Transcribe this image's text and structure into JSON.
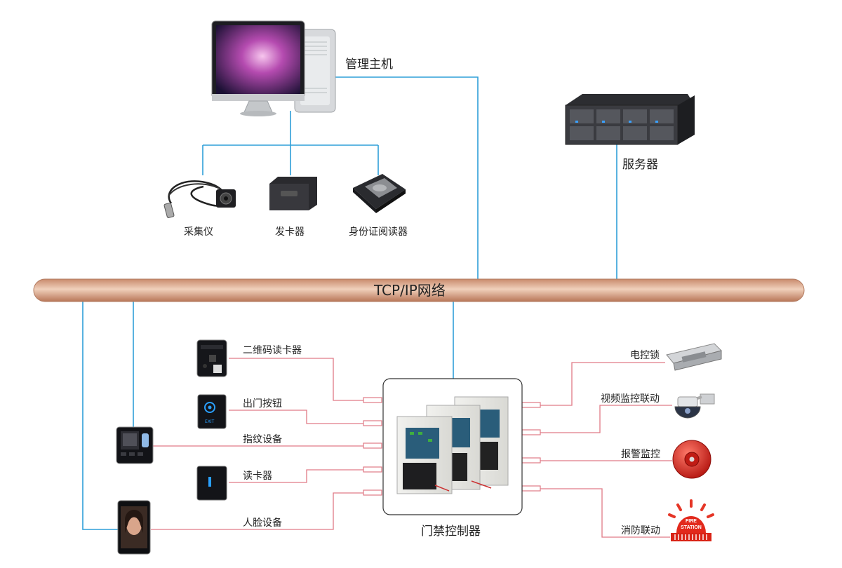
{
  "colors": {
    "network_line": "#2f9fd8",
    "io_line": "#e07a86",
    "bus": "#d8a488"
  },
  "bus": {
    "label": "TCP/IP网络"
  },
  "host": {
    "label": "管理主机",
    "icon": "desktop-computer-icon"
  },
  "server": {
    "label": "服务器",
    "icon": "rack-server-icon"
  },
  "host_peripherals": [
    {
      "label": "采集仪",
      "icon": "usb-camera-icon"
    },
    {
      "label": "发卡器",
      "icon": "card-issuer-icon"
    },
    {
      "label": "身份证阅读器",
      "icon": "id-card-reader-icon"
    }
  ],
  "controller": {
    "label": "门禁控制器",
    "icon": "access-controller-icon"
  },
  "inputs": [
    {
      "label": "二维码读卡器",
      "icon": "qr-reader-icon"
    },
    {
      "label": "出门按钮",
      "icon": "exit-button-icon"
    },
    {
      "label": "指纹设备",
      "icon": "fingerprint-device-icon"
    },
    {
      "label": "读卡器",
      "icon": "card-reader-icon"
    },
    {
      "label": "人脸设备",
      "icon": "face-device-icon"
    }
  ],
  "outputs": [
    {
      "label": "电控锁",
      "icon": "electric-lock-icon"
    },
    {
      "label": "视频监控联动",
      "icon": "dome-camera-icon"
    },
    {
      "label": "报警监控",
      "icon": "alarm-bell-icon"
    },
    {
      "label": "消防联动",
      "icon": "fire-station-icon"
    }
  ]
}
